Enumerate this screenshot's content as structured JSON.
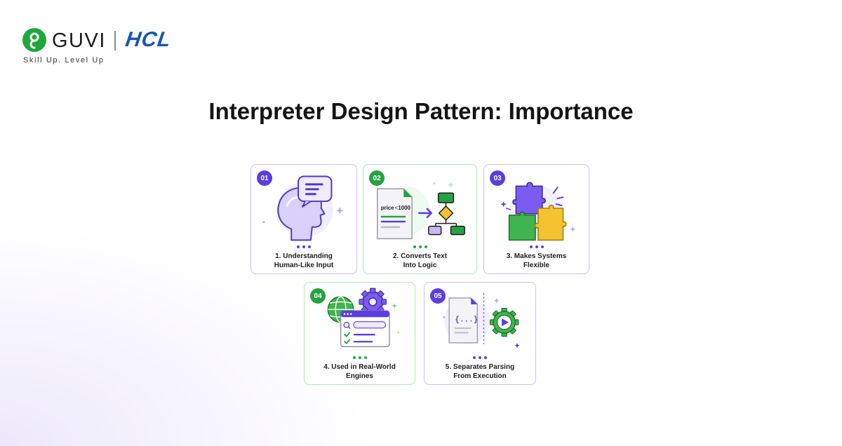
{
  "brand": {
    "name": "GUVI",
    "partner": "HCL",
    "tagline": "Skill Up. Level Up"
  },
  "title": "Interpreter Design Pattern: Importance",
  "cards": [
    {
      "number": "01",
      "label_line1": "1. Understanding",
      "label_line2": "Human-Like Input",
      "accent": "#5a3ee0",
      "icon": "head-speech-bubble-icon"
    },
    {
      "number": "02",
      "label_line1": "2. Converts Text",
      "label_line2": "Into Logic",
      "accent": "#25a244",
      "icon": "document-to-flowchart-icon",
      "snippet_left": "price",
      "snippet_op": "<",
      "snippet_right": "1000"
    },
    {
      "number": "03",
      "label_line1": "3. Makes Systems",
      "label_line2": "Flexible",
      "accent": "#5a3ee0",
      "icon": "puzzle-pieces-icon"
    },
    {
      "number": "04",
      "label_line1": "4. Used in Real-World",
      "label_line2": "Engines",
      "accent": "#25a244",
      "icon": "globe-browser-gear-icon"
    },
    {
      "number": "05",
      "label_line1": "5. Separates Parsing",
      "label_line2": "From Execution",
      "accent": "#5a3ee0",
      "icon": "code-document-play-gear-icon",
      "code_glyph": "{...}"
    }
  ]
}
